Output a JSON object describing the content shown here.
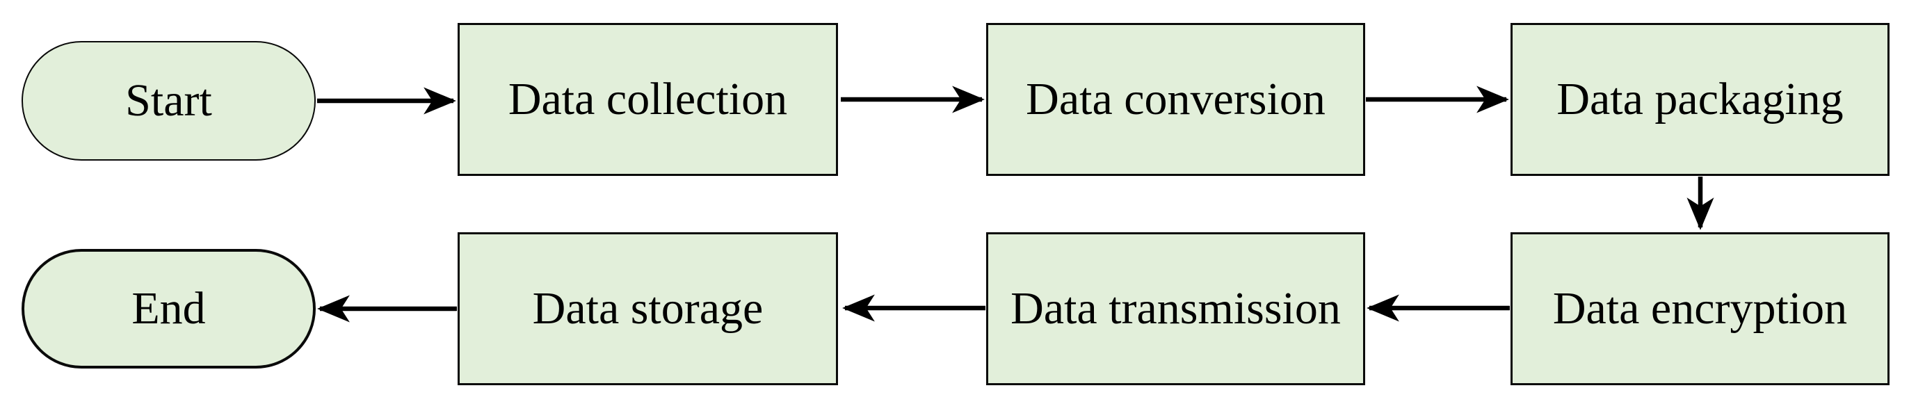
{
  "diagram": {
    "type": "flowchart",
    "background": "#ffffff",
    "colors": {
      "node_fill": "#e2efda",
      "node_border": "#0a0a0a",
      "arrow": "#000000",
      "text": "#000000"
    },
    "nodes": [
      {
        "id": "start",
        "label": "Start",
        "shape": "stadium",
        "row": 1
      },
      {
        "id": "collection",
        "label": "Data collection",
        "shape": "rectangle",
        "row": 1
      },
      {
        "id": "conversion",
        "label": "Data conversion",
        "shape": "rectangle",
        "row": 1
      },
      {
        "id": "packaging",
        "label": "Data packaging",
        "shape": "rectangle",
        "row": 1
      },
      {
        "id": "encryption",
        "label": "Data encryption",
        "shape": "rectangle",
        "row": 2
      },
      {
        "id": "transmission",
        "label": "Data transmission",
        "shape": "rectangle",
        "row": 2
      },
      {
        "id": "storage",
        "label": "Data storage",
        "shape": "rectangle",
        "row": 2
      },
      {
        "id": "end",
        "label": "End",
        "shape": "stadium",
        "row": 2
      }
    ],
    "edges": [
      {
        "from": "start",
        "to": "collection",
        "direction": "right"
      },
      {
        "from": "collection",
        "to": "conversion",
        "direction": "right"
      },
      {
        "from": "conversion",
        "to": "packaging",
        "direction": "right"
      },
      {
        "from": "packaging",
        "to": "encryption",
        "direction": "down"
      },
      {
        "from": "encryption",
        "to": "transmission",
        "direction": "left"
      },
      {
        "from": "transmission",
        "to": "storage",
        "direction": "left"
      },
      {
        "from": "storage",
        "to": "end",
        "direction": "left"
      }
    ]
  }
}
